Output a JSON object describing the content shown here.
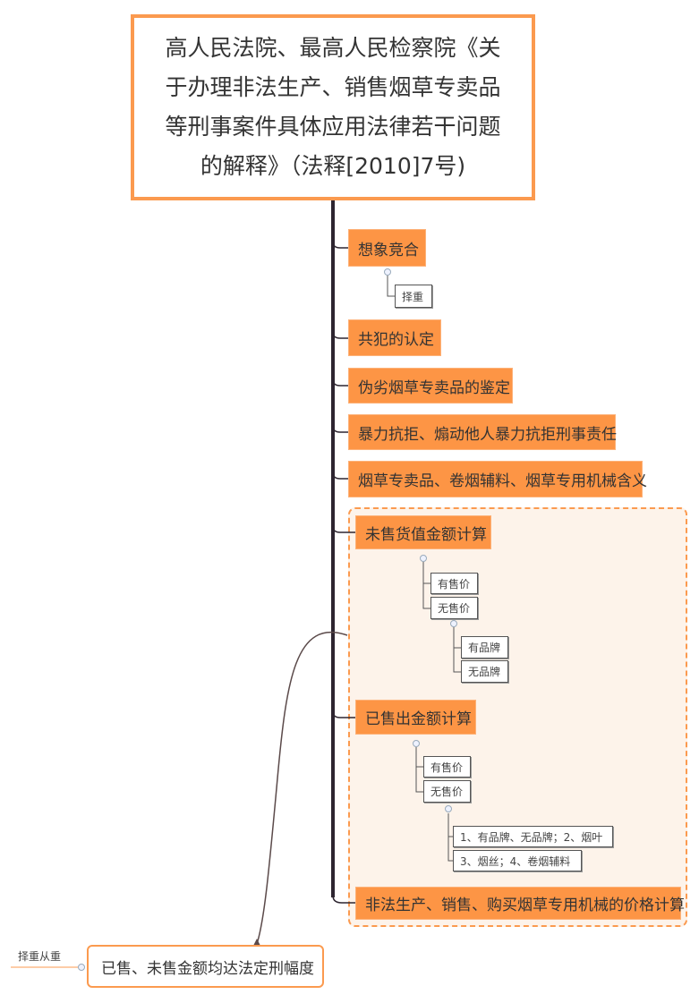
{
  "root": {
    "title": "高人民法院、最高人民检察院《关于办理非法生产、销售烟草专卖品等刑事案件具体应用法律若干问题的解释》（法释[2010]7号)"
  },
  "topics": [
    {
      "label": "想象竞合",
      "children": [
        {
          "label": "择重"
        }
      ]
    },
    {
      "label": "共犯的认定"
    },
    {
      "label": "伪劣烟草专卖品的鉴定"
    },
    {
      "label": "暴力抗拒、煽动他人暴力抗拒刑事责任"
    },
    {
      "label": "烟草专卖品、卷烟辅料、烟草专用机械含义"
    },
    {
      "label": "未售货值金额计算",
      "children": [
        {
          "label": "有售价"
        },
        {
          "label": "无售价",
          "children": [
            {
              "label": "有品牌"
            },
            {
              "label": "无品牌"
            }
          ]
        }
      ]
    },
    {
      "label": "已售出金额计算",
      "children": [
        {
          "label": "有售价"
        },
        {
          "label": "无售价",
          "children": [
            {
              "label": "1、有品牌、无品牌；2、烟叶"
            },
            {
              "label": "3、烟丝；4、卷烟辅料"
            }
          ]
        }
      ]
    },
    {
      "label": "非法生产、销售、购买烟草专用机械的价格计算"
    }
  ],
  "summary": {
    "label": "已售、未售金额均达法定刑幅度",
    "relation_label": "择重从重"
  },
  "colors": {
    "accent": "#fd9545",
    "border": "#fb9a4f",
    "boundary_fill": "#fdf3ea",
    "trunk": "#2d2530"
  }
}
